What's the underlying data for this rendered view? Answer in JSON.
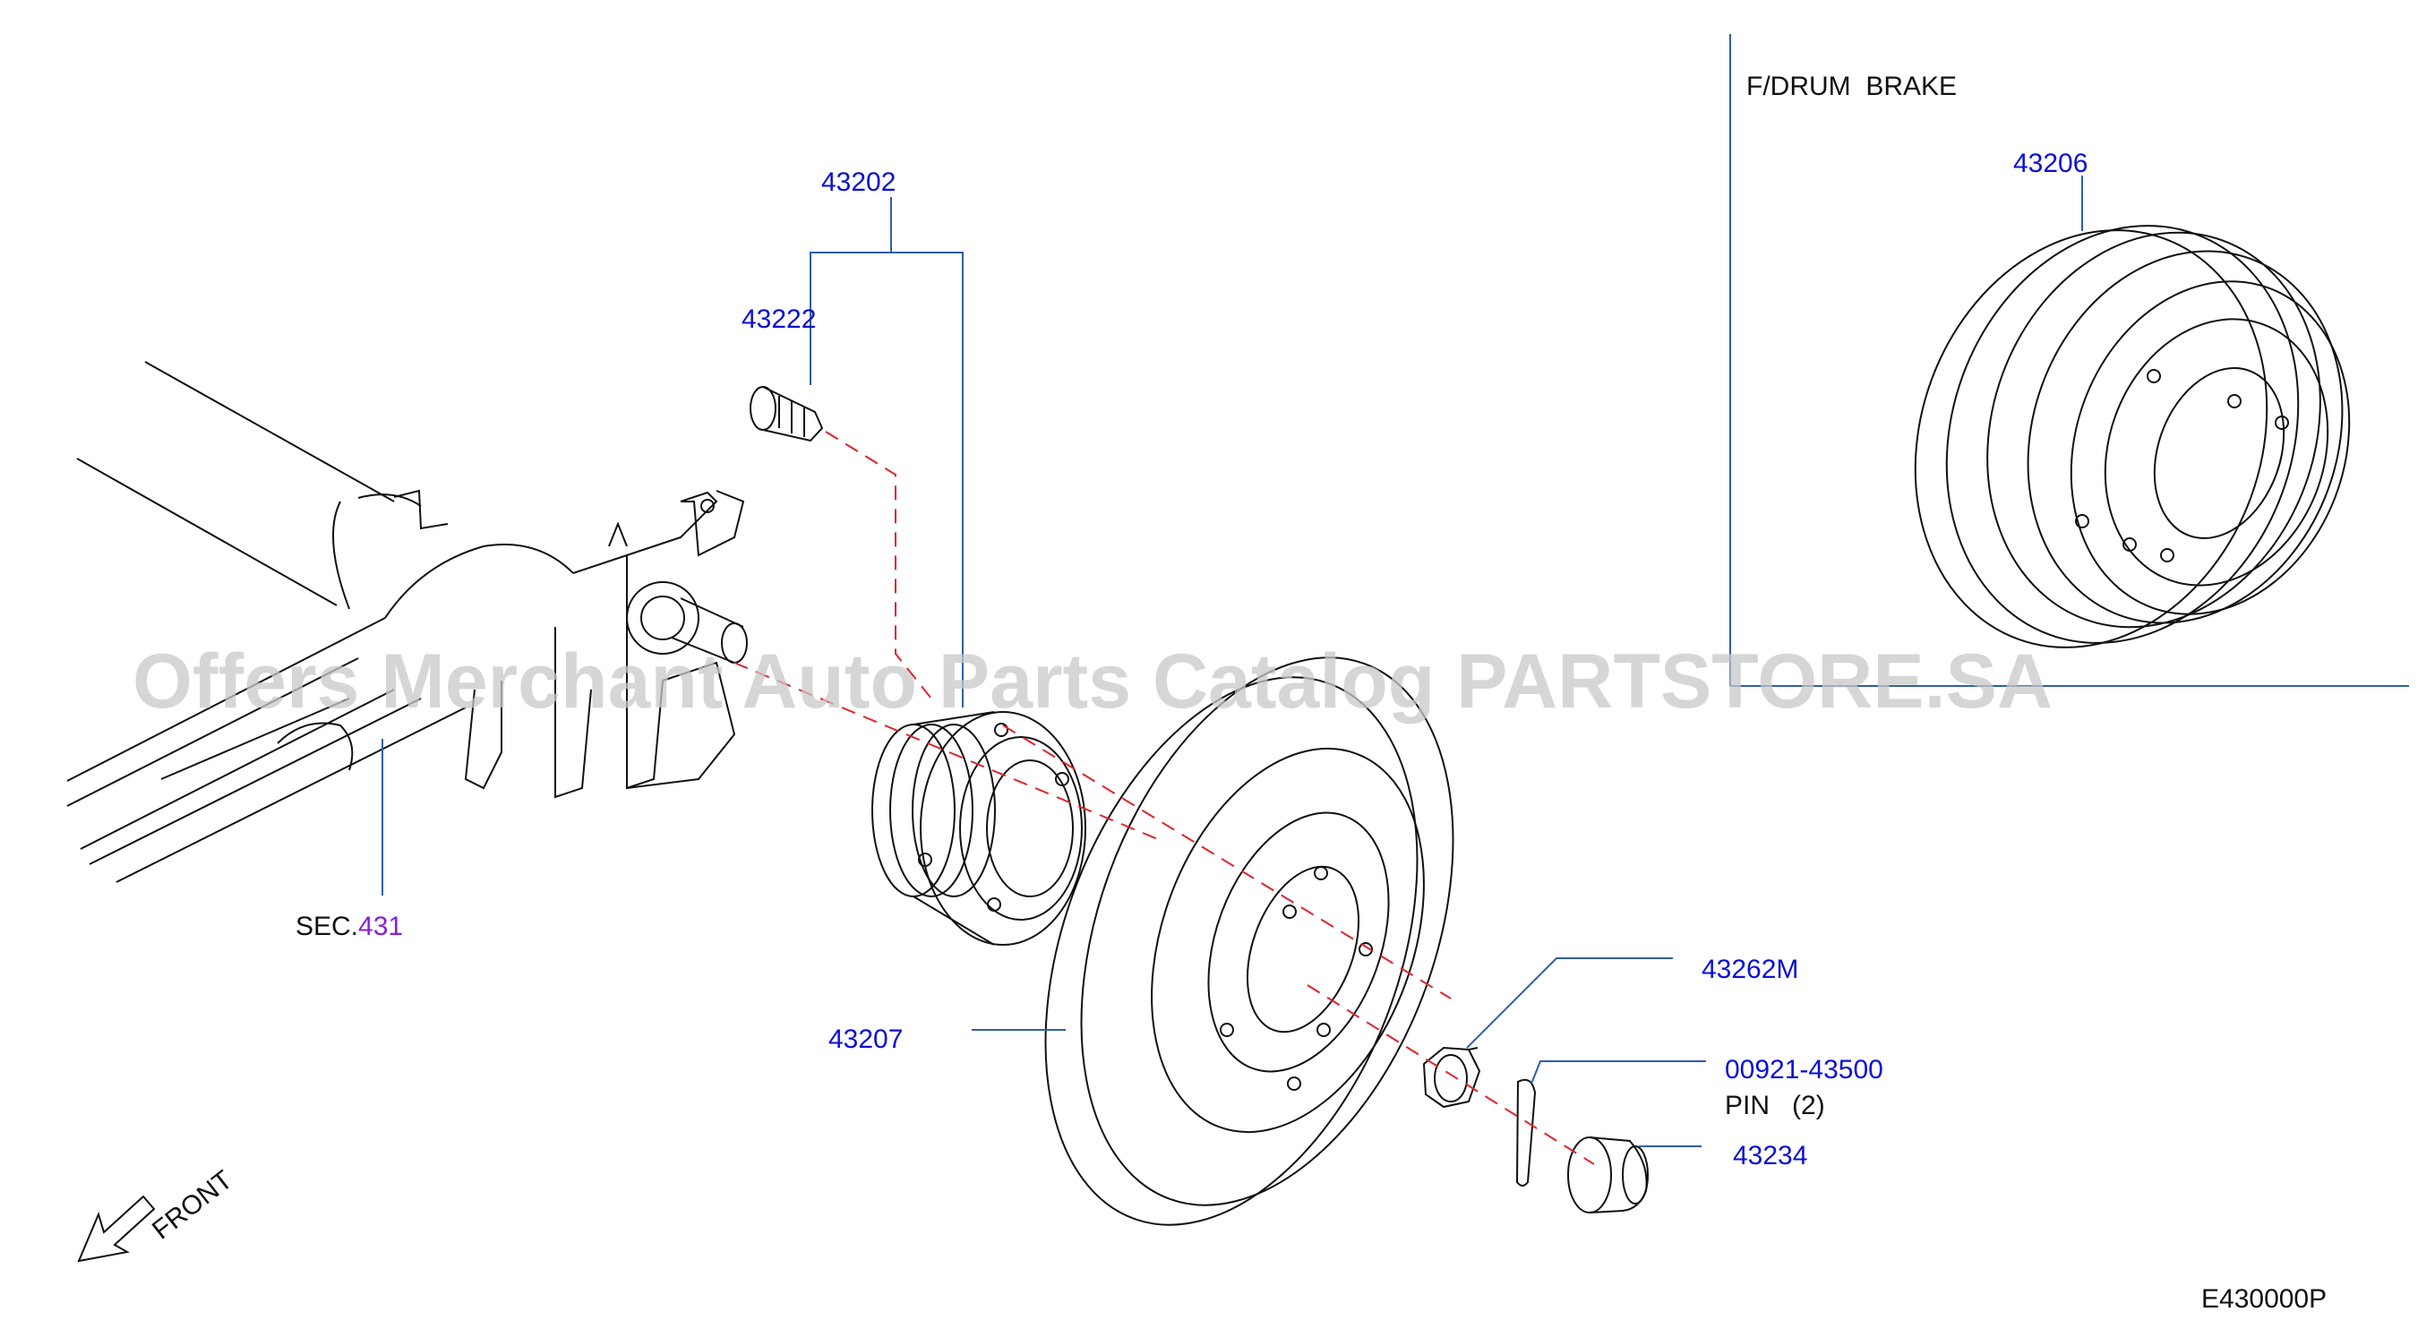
{
  "title": "F/DRUM  BRAKE",
  "diagram_code": "E430000P",
  "watermark": "Offers Merchant Auto Parts Catalog PARTSTORE.SA",
  "front_label": "FRONT",
  "section_ref": {
    "prefix": "SEC.",
    "number": "431"
  },
  "parts": {
    "p43202": "43202",
    "p43222": "43222",
    "p43206": "43206",
    "p43207": "43207",
    "p43262M": "43262M",
    "p0092143500": "00921-43500",
    "pin_label": "PIN   (2)",
    "p43234": "43234"
  },
  "colors": {
    "part_number": "#0a10d6",
    "section_number": "#8a1fd6",
    "leader": "#2f5fa8",
    "assembly_axis": "#e0232d"
  }
}
